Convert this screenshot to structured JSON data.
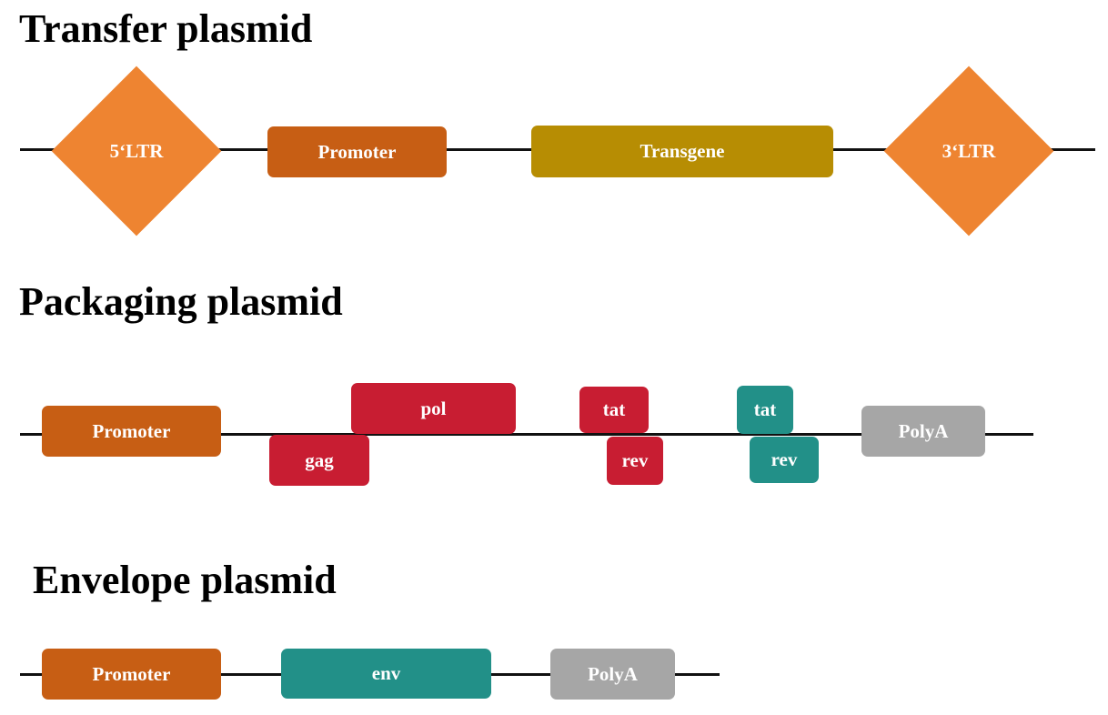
{
  "colors": {
    "ltr": "#EE8431",
    "promoter": "#C75E14",
    "transgene": "#B78D03",
    "packaging_red": "#C81D32",
    "teal": "#229088",
    "polya": "#A6A6A6",
    "backbone": "#111111"
  },
  "transfer": {
    "title": "Transfer plasmid",
    "ltr5": "5‘LTR",
    "promoter": "Promoter",
    "transgene": "Transgene",
    "ltr3": "3‘LTR"
  },
  "packaging": {
    "title": "Packaging plasmid",
    "promoter": "Promoter",
    "gag": "gag",
    "pol": "pol",
    "tat_red": "tat",
    "rev_red": "rev",
    "tat_teal": "tat",
    "rev_teal": "rev",
    "polya": "PolyA"
  },
  "envelope": {
    "title": "Envelope plasmid",
    "promoter": "Promoter",
    "env": "env",
    "polya": "PolyA"
  }
}
